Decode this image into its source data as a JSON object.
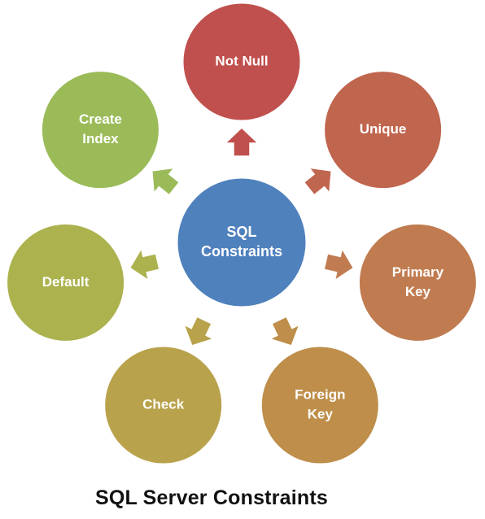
{
  "title": "SQL Server Constraints",
  "center": {
    "lines": [
      "SQL",
      "Constraints"
    ],
    "color": "#4F81BD"
  },
  "nodes": [
    {
      "id": "not-null",
      "lines": [
        "Not Null"
      ],
      "color": "#C0504D"
    },
    {
      "id": "unique",
      "lines": [
        "Unique"
      ],
      "color": "#C0654E"
    },
    {
      "id": "primary-key",
      "lines": [
        "Primary",
        "Key"
      ],
      "color": "#C07C50"
    },
    {
      "id": "foreign-key",
      "lines": [
        "Foreign",
        "Key"
      ],
      "color": "#BE8E4A"
    },
    {
      "id": "check",
      "lines": [
        "Check"
      ],
      "color": "#B9A24C"
    },
    {
      "id": "default",
      "lines": [
        "Default"
      ],
      "color": "#ACB24E"
    },
    {
      "id": "create-index",
      "lines": [
        "Create",
        "Index"
      ],
      "color": "#9BBB59"
    }
  ]
}
